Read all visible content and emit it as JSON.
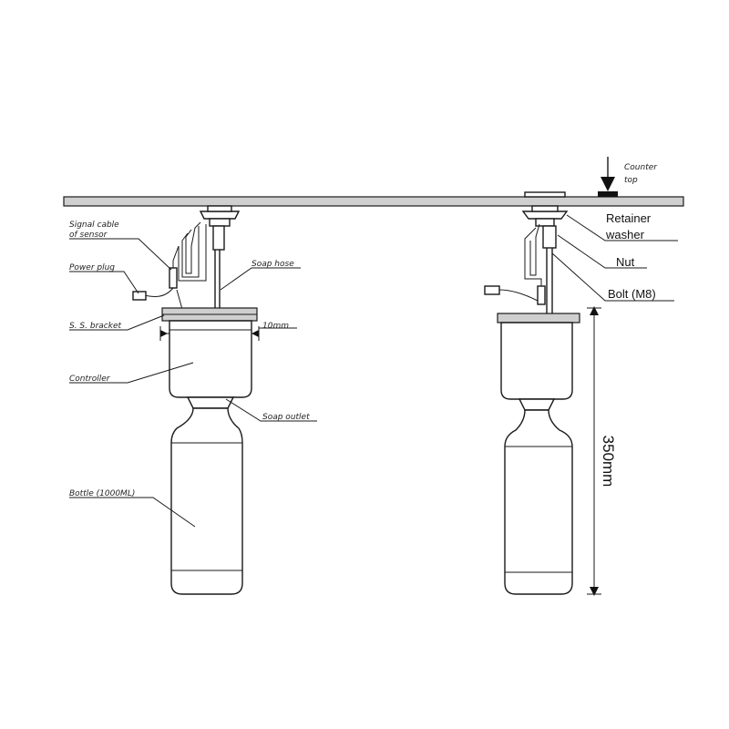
{
  "labels": {
    "counter_top_line1": "Counter",
    "counter_top_line2": "top",
    "retainer_washer_line1": "Retainer",
    "retainer_washer_line2": "washer",
    "nut": "Nut",
    "bolt": "Bolt (M8)",
    "signal_cable_line1": "Signal cable",
    "signal_cable_line2": "of sensor",
    "power_plug": "Power plug",
    "soap_hose": "Soap hose",
    "ss_bracket": "S. S. bracket",
    "bracket_width": "10mm",
    "controller": "Controller",
    "soap_outlet": "Soap outlet",
    "bottle": "Bottle (1000ML)",
    "height_dimension": "350mm"
  }
}
